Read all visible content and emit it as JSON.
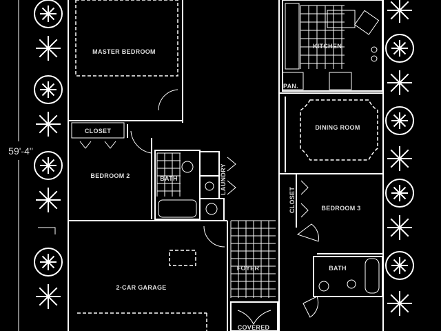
{
  "plan": {
    "overall_dimension": "59'-4\"",
    "rooms": {
      "master_bedroom": "MASTER BEDROOM",
      "closet_1": "CLOSET",
      "bedroom_2": "BEDROOM 2",
      "bath_1": "BATH",
      "laundry": "LAUNDRY",
      "kitchen": "KITCHEN",
      "pantry": "PAN.",
      "dining_room": "DINING ROOM",
      "bedroom_3": "BEDROOM 3",
      "closet_2": "CLOSET",
      "bath_2": "BATH",
      "garage": "2-CAR GARAGE",
      "foyer": "FOYER",
      "covered_entry": "COVERED"
    },
    "colors": {
      "background": "#000000",
      "lines": "#ffffff"
    }
  }
}
